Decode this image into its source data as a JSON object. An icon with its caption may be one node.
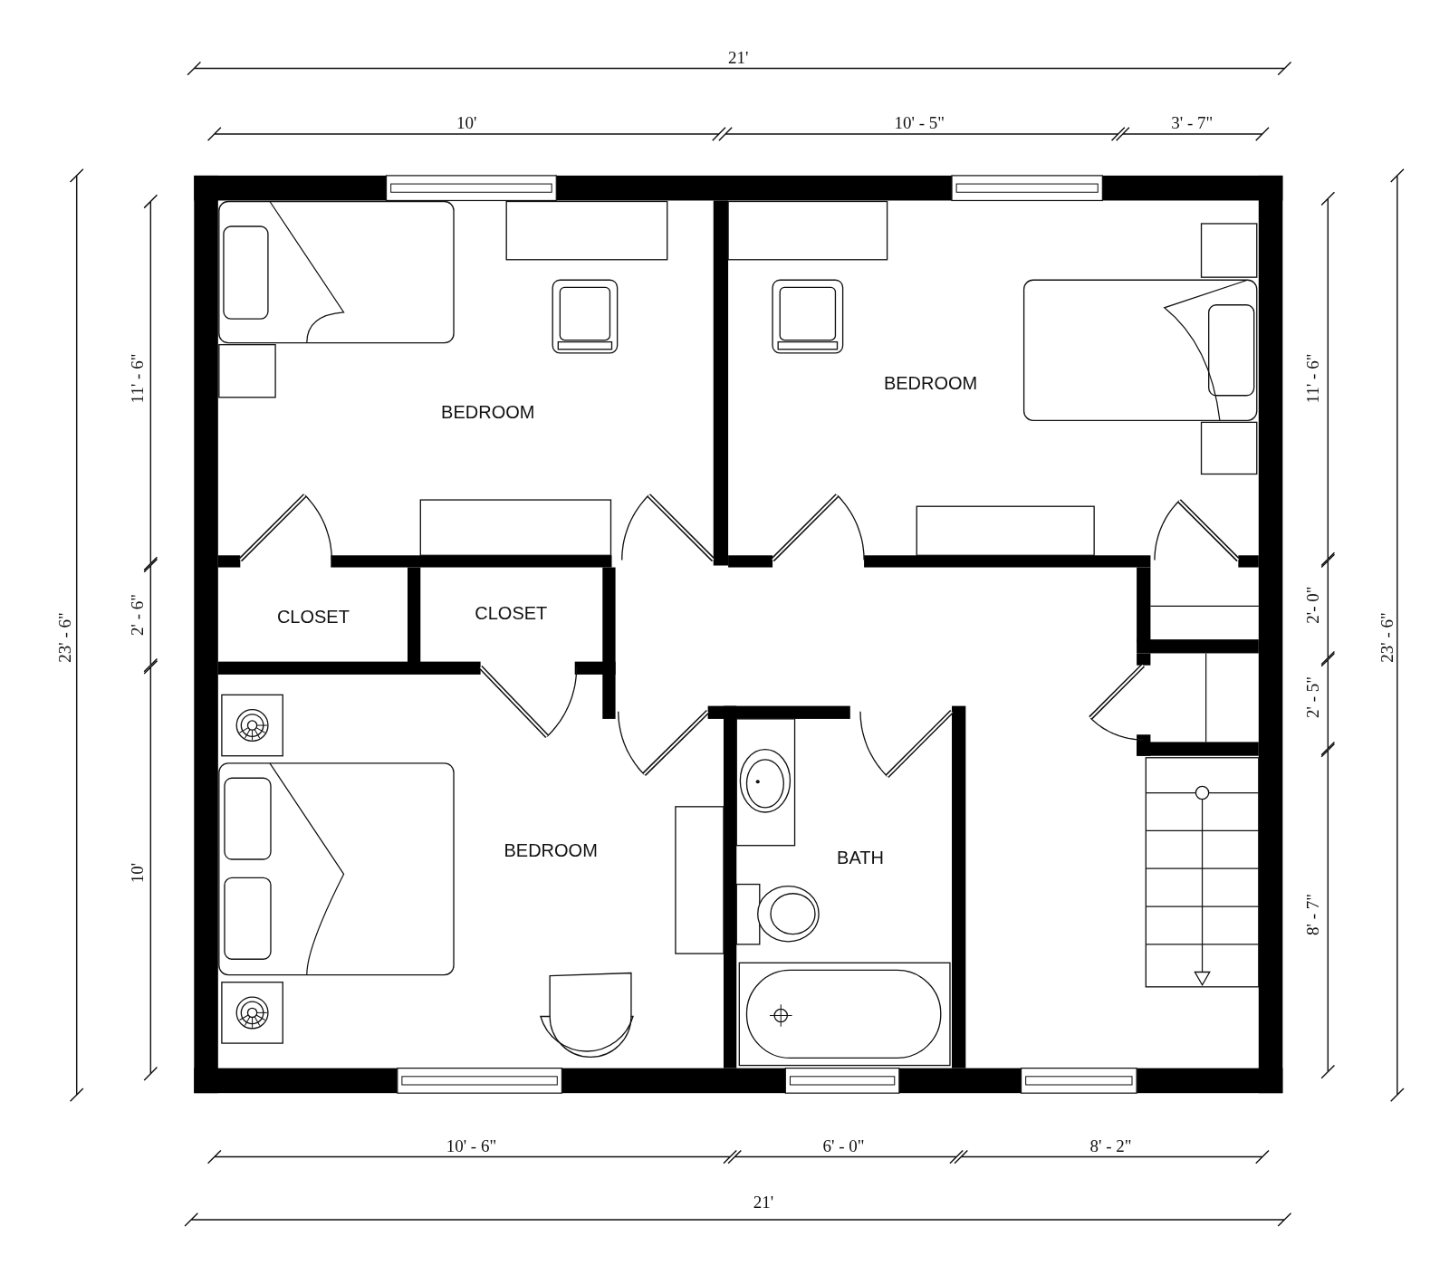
{
  "diagram": {
    "labels": [
      "21'",
      "10'",
      "10' - 5\"",
      "3' - 7\"",
      "23' - 6\"",
      "11' - 6\"",
      "BEDROOM",
      "BEDROOM",
      "11' - 6\"",
      "23' - 6\"",
      "2' - 6\"",
      "CLOSET",
      "CLOSET",
      "2'- 0\"",
      "2' - 5\"",
      "BEDROOM",
      "BATH",
      "10'",
      "8' - 7\"",
      "10' - 6\"",
      "6' - 0\"",
      "8' - 2\"",
      "21'"
    ]
  }
}
